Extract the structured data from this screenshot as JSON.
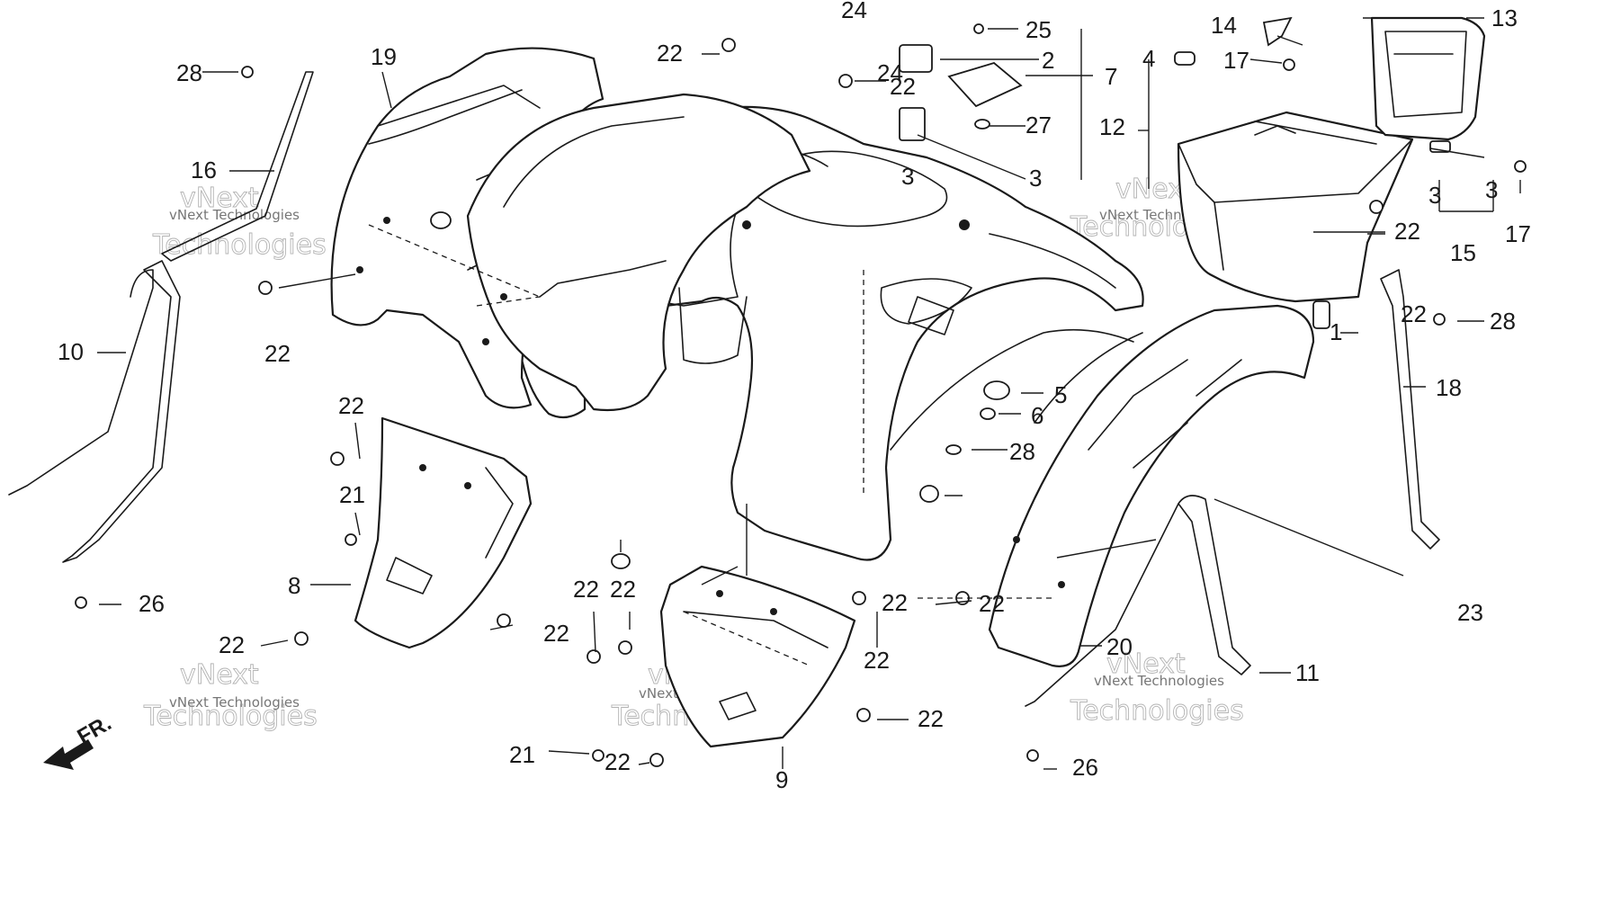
{
  "diagram": {
    "type": "exploded-parts-diagram",
    "colors": {
      "line": "#1a1a1a",
      "background": "#ffffff",
      "watermark": "#9a9a9a"
    },
    "watermark": {
      "line1": "vNext",
      "line2": "Technologies",
      "small": "vNext Technologies"
    },
    "direction_label": "FR.",
    "callouts": [
      "1",
      "2",
      "3",
      "4",
      "5",
      "6",
      "7",
      "8",
      "9",
      "10",
      "11",
      "12",
      "13",
      "14",
      "15",
      "16",
      "17",
      "18",
      "19",
      "20",
      "21",
      "22",
      "23",
      "24",
      "25",
      "26",
      "27",
      "28"
    ],
    "labels": [
      {
        "id": "c1",
        "text": "1"
      },
      {
        "id": "c2",
        "text": "2"
      },
      {
        "id": "c3a",
        "text": "3"
      },
      {
        "id": "c3b",
        "text": "3"
      },
      {
        "id": "c3c",
        "text": "3"
      },
      {
        "id": "c3d",
        "text": "3"
      },
      {
        "id": "c4",
        "text": "4"
      },
      {
        "id": "c5",
        "text": "5"
      },
      {
        "id": "c6",
        "text": "6"
      },
      {
        "id": "c7",
        "text": "7"
      },
      {
        "id": "c8",
        "text": "8"
      },
      {
        "id": "c9",
        "text": "9"
      },
      {
        "id": "c10",
        "text": "10"
      },
      {
        "id": "c11",
        "text": "11"
      },
      {
        "id": "c12",
        "text": "12"
      },
      {
        "id": "c13",
        "text": "13"
      },
      {
        "id": "c14",
        "text": "14"
      },
      {
        "id": "c15",
        "text": "15"
      },
      {
        "id": "c16",
        "text": "16"
      },
      {
        "id": "c17a",
        "text": "17"
      },
      {
        "id": "c17b",
        "text": "17"
      },
      {
        "id": "c18",
        "text": "18"
      },
      {
        "id": "c19",
        "text": "19"
      },
      {
        "id": "c20",
        "text": "20"
      },
      {
        "id": "c21a",
        "text": "21"
      },
      {
        "id": "c21b",
        "text": "21"
      },
      {
        "id": "c22a",
        "text": "22"
      },
      {
        "id": "c22b",
        "text": "22"
      },
      {
        "id": "c22c",
        "text": "22"
      },
      {
        "id": "c22d",
        "text": "22"
      },
      {
        "id": "c22e",
        "text": "22"
      },
      {
        "id": "c22f",
        "text": "22"
      },
      {
        "id": "c22g",
        "text": "22"
      },
      {
        "id": "c22h",
        "text": "22"
      },
      {
        "id": "c22i",
        "text": "22"
      },
      {
        "id": "c22j",
        "text": "22"
      },
      {
        "id": "c22k",
        "text": "22"
      },
      {
        "id": "c22l",
        "text": "22"
      },
      {
        "id": "c22m",
        "text": "22"
      },
      {
        "id": "c22n",
        "text": "22"
      },
      {
        "id": "c22o",
        "text": "22"
      },
      {
        "id": "c23",
        "text": "23"
      },
      {
        "id": "c24a",
        "text": "24"
      },
      {
        "id": "c24b",
        "text": "24"
      },
      {
        "id": "c25",
        "text": "25"
      },
      {
        "id": "c26a",
        "text": "26"
      },
      {
        "id": "c26b",
        "text": "26"
      },
      {
        "id": "c27",
        "text": "27"
      },
      {
        "id": "c28a",
        "text": "28"
      },
      {
        "id": "c28b",
        "text": "28"
      },
      {
        "id": "c28c",
        "text": "28"
      }
    ]
  }
}
